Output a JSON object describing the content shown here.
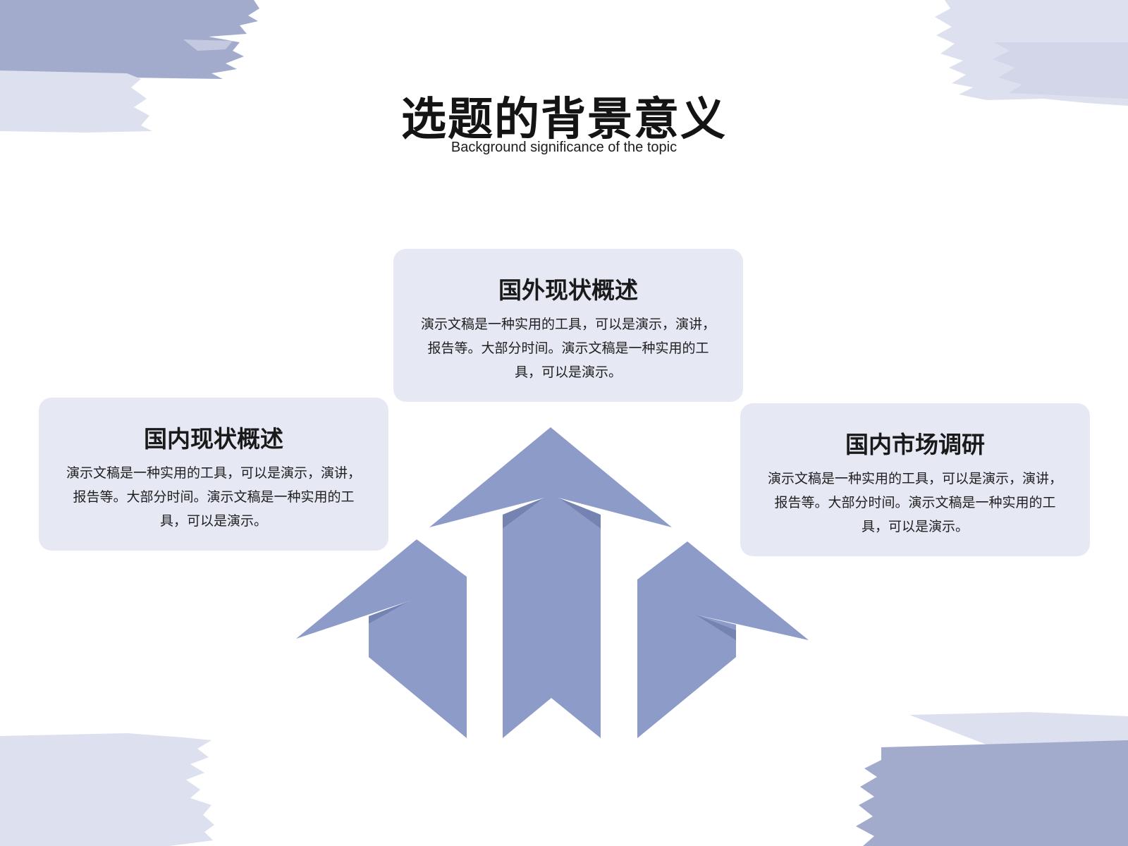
{
  "header": {
    "title": "选题的背景意义",
    "subtitle": "Background significance of the topic"
  },
  "cards": [
    {
      "title": "国外现状概述",
      "body": "演示文稿是一种实用的工具，可以是演示，演讲，报告等。大部分时间。演示文稿是一种实用的工具，可以是演示。"
    },
    {
      "title": "国内现状概述",
      "body": "演示文稿是一种实用的工具，可以是演示，演讲，报告等。大部分时间。演示文稿是一种实用的工具，可以是演示。"
    },
    {
      "title": "国内市场调研",
      "body": "演示文稿是一种实用的工具，可以是演示，演讲，报告等。大部分时间。演示文稿是一种实用的工具，可以是演示。"
    }
  ],
  "colors": {
    "background": "#ffffff",
    "card": "#e6e8f4",
    "arrow": "#8d9bc9",
    "arrow_shadow": "#7583b3",
    "brush_dark": "#a3abcd",
    "brush_light": "#dde0ee"
  },
  "icons": {
    "arrows": "three-upward-arrows-icon",
    "brush": "brush-stroke-decoration"
  }
}
